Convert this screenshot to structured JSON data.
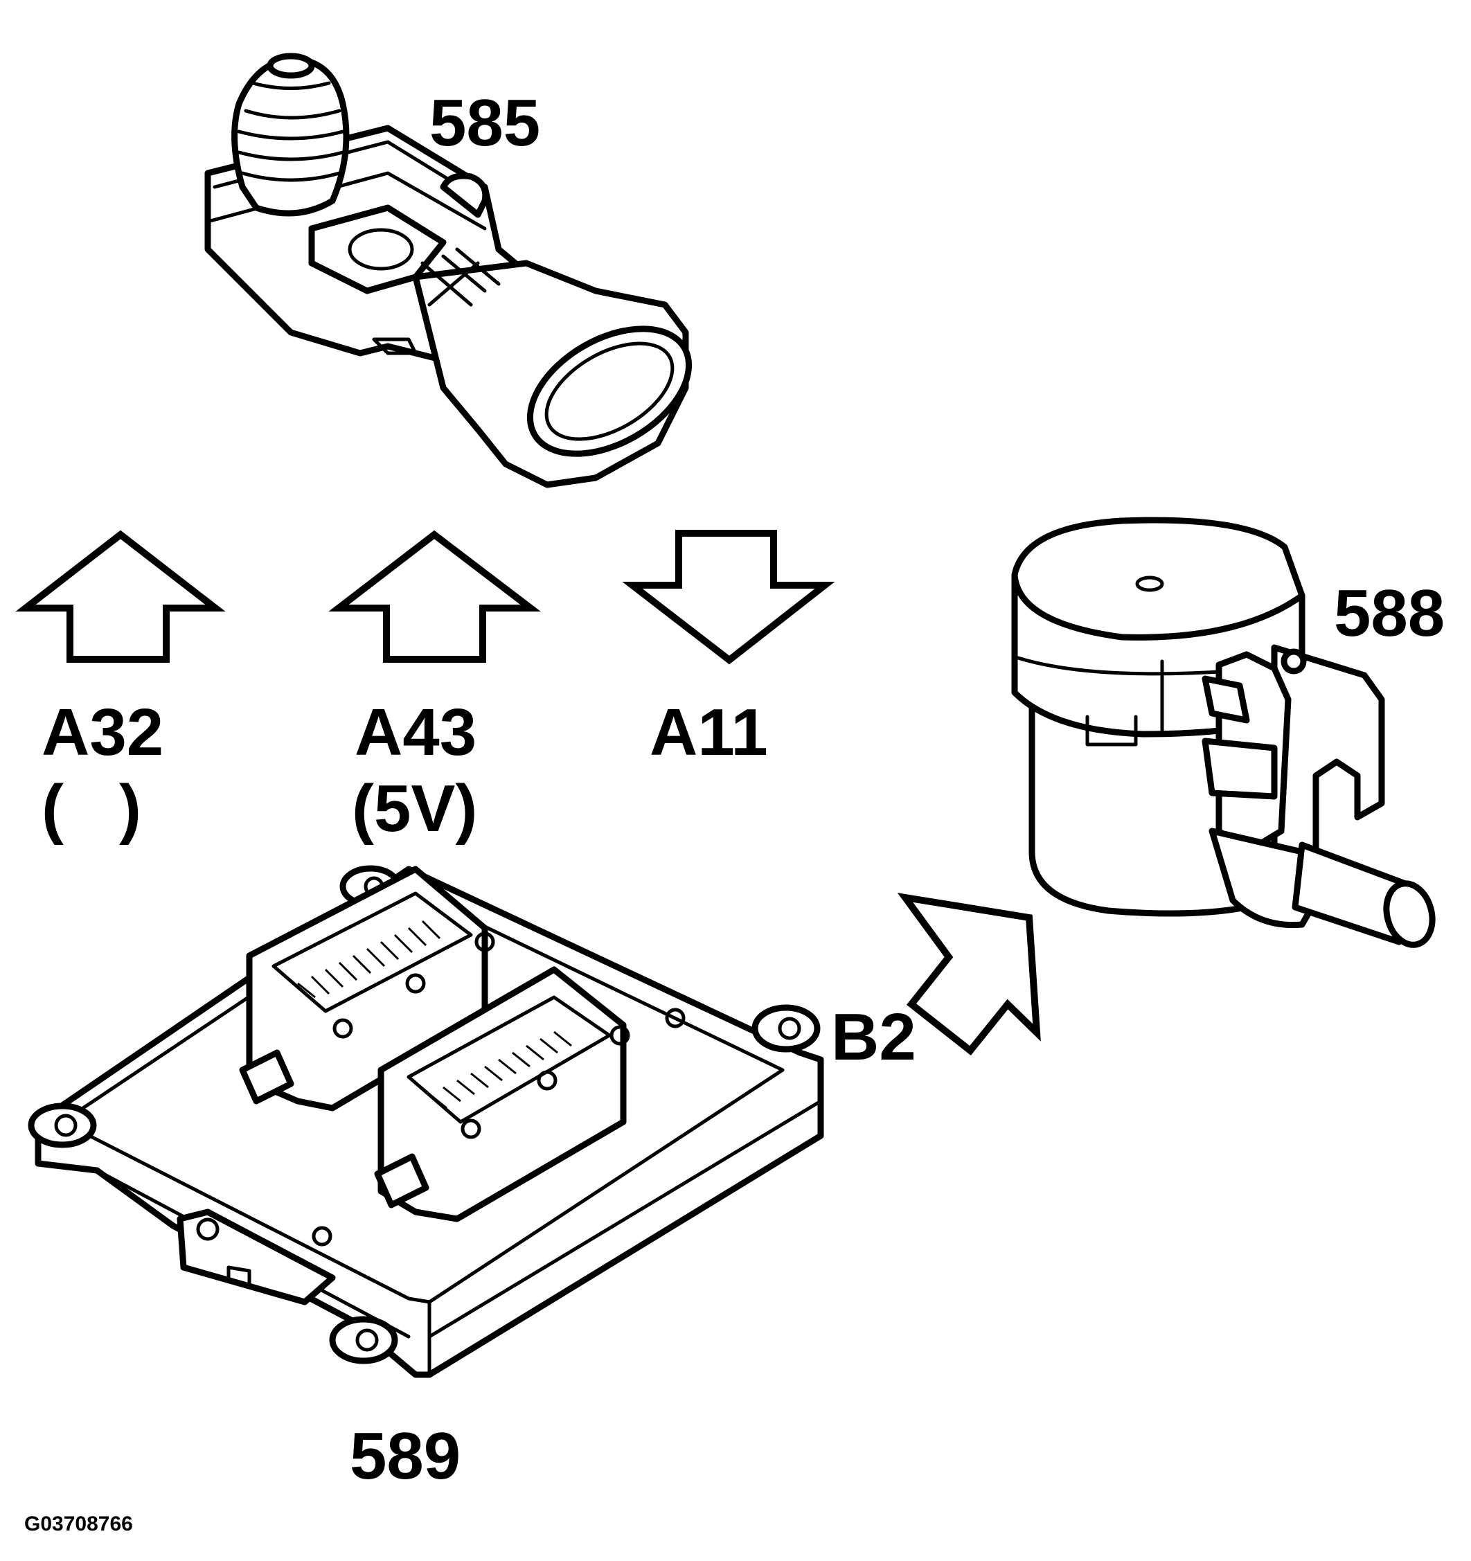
{
  "parts": {
    "sensor_585": "585",
    "actuator_588": "588",
    "module_589": "589"
  },
  "signals": {
    "a32": {
      "pin": "A32",
      "value": "(   )",
      "direction": "up"
    },
    "a43": {
      "pin": "A43",
      "value": "(5V)",
      "direction": "up"
    },
    "a11": {
      "pin": "A11",
      "direction": "down"
    },
    "b2": {
      "pin": "B2",
      "direction": "up-right"
    }
  },
  "reference_code": "G03708766",
  "colors": {
    "line": "#000000",
    "background": "#ffffff"
  }
}
